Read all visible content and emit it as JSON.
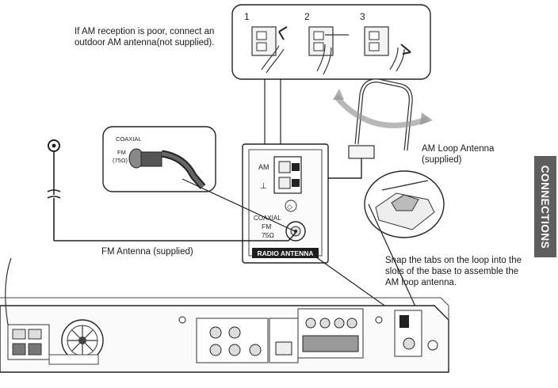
{
  "callouts": {
    "am_outdoor_line1": "If AM reception is poor, connect an",
    "am_outdoor_line2": "outdoor AM antenna(not supplied).",
    "loop_antenna_line1": "AM Loop Antenna",
    "loop_antenna_line2": "(supplied)",
    "fm_antenna": "FM Antenna (supplied)",
    "snap_line1": "Snap the tabs on the loop into the",
    "snap_line2": "slots of the base to assemble the",
    "snap_line3": "AM loop antenna."
  },
  "steps": [
    "1",
    "2",
    "3"
  ],
  "panel": {
    "am": "AM",
    "gnd": "⊥",
    "coaxial": "COAXIAL",
    "fm": "FM",
    "ohm": "75Ω",
    "title": "RADIO ANTENNA"
  },
  "coax_detail": {
    "coaxial": "COAXIAL",
    "fm": "FM",
    "ohm": "(75Ω)"
  },
  "side_tab": "CONNECTIONS"
}
